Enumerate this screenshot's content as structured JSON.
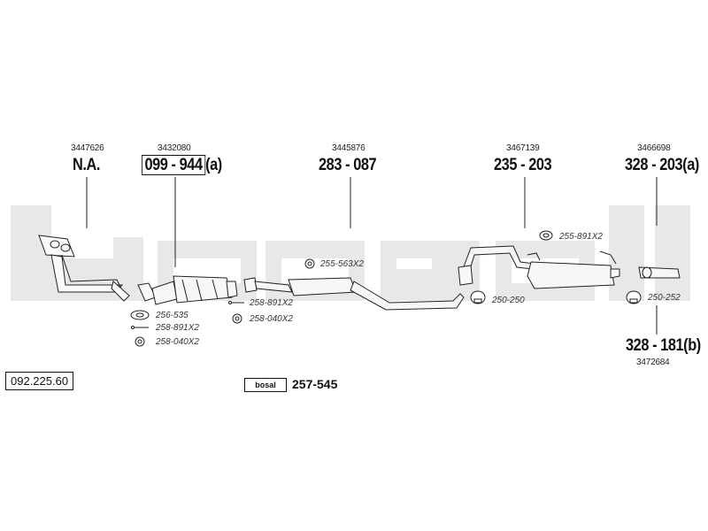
{
  "parts": [
    {
      "ref": "3447626",
      "number": "N.A.",
      "suffix": ""
    },
    {
      "ref": "3432080",
      "number": "099 - 944",
      "suffix": "(a)"
    },
    {
      "ref": "3445876",
      "number": "283 - 087",
      "suffix": ""
    },
    {
      "ref": "3467139",
      "number": "235 - 203",
      "suffix": ""
    },
    {
      "ref": "3466698",
      "number": "328 - 203",
      "suffix": "(a)"
    }
  ],
  "lower_part": {
    "number": "328 - 181",
    "suffix": "(b)",
    "ref": "3472684"
  },
  "accessories": [
    "256-535",
    "258-891X2",
    "258-040X2",
    "258-891X2",
    "258-040X2",
    "255-563X2",
    "250-250",
    "255-891X2",
    "250-252"
  ],
  "diagram_code": "092.225.60",
  "mounting_kit": "257-545",
  "logo_text": "bosal",
  "colors": {
    "watermark": "#e6e6e6",
    "ink": "#222222"
  }
}
